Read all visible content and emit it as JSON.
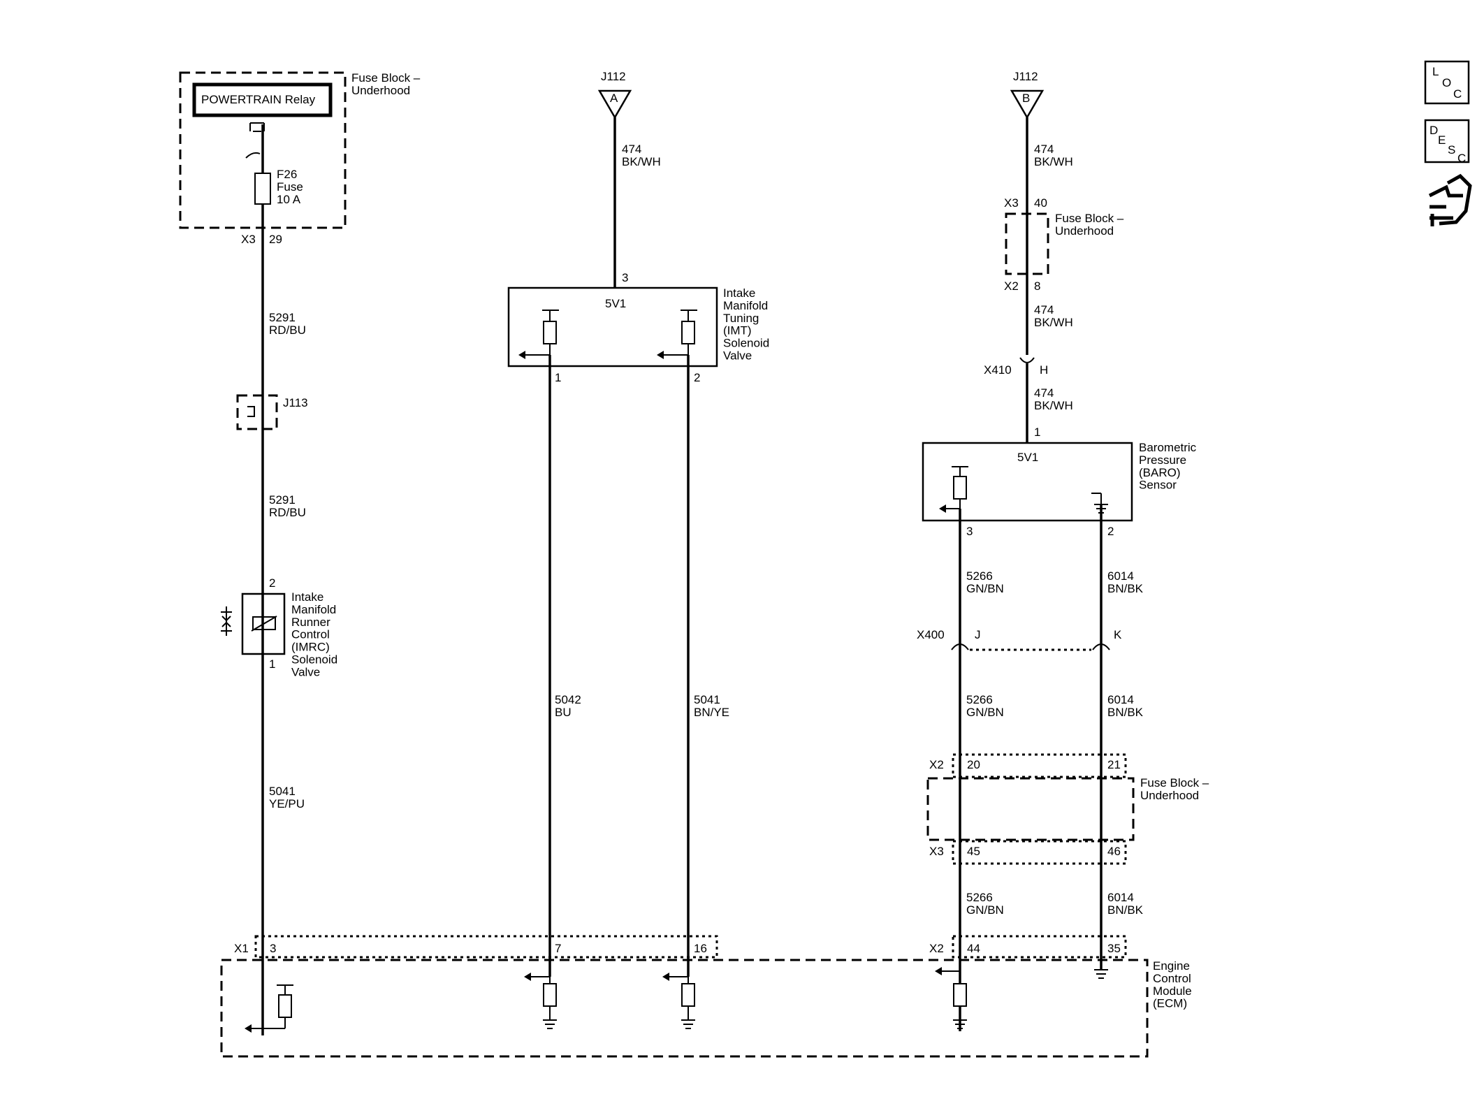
{
  "modules": {
    "fuse_block_top": "Fuse Block –\nUnderhood",
    "relay": "POWERTRAIN Relay",
    "fuse": "F26\nFuse\n10 A",
    "j113": "J113",
    "imrc": "Intake\nManifold\nRunner\nControl\n(IMRC)\nSolenoid\nValve",
    "j112": "J112",
    "imt": "Intake\nManifold\nTuning\n(IMT)\nSolenoid\nValve",
    "baro": "Barometric\nPressure\n(BARO)\nSensor",
    "fuse_block_mid": "Fuse Block –\nUnderhood",
    "fuse_block_low": "Fuse Block –\nUnderhood",
    "ecm": "Engine\nControl\nModule\n(ECM)"
  },
  "connectors": {
    "j112_a": "A",
    "j112_b": "B",
    "x3": "X3",
    "x3_29": "29",
    "x3_40": "40",
    "x2": "X2",
    "x2_8": "8",
    "x410": "X410",
    "x410_h": "H",
    "x400": "X400",
    "x400_j": "J",
    "x400_k": "K",
    "x2_20": "20",
    "x2_21": "21",
    "x3_45": "45",
    "x3_46": "46",
    "x1": "X1",
    "x1_3": "3",
    "x1_7": "7",
    "x1_16": "16",
    "x2_44": "44",
    "x2_35": "35"
  },
  "pins": {
    "imt_3": "3",
    "imt_1": "1",
    "imt_2": "2",
    "imrc_2": "2",
    "imrc_1": "1",
    "baro_1": "1",
    "baro_3": "3",
    "baro_2": "2",
    "imt_ref": "5V1",
    "baro_ref": "5V1"
  },
  "wires": {
    "w474_a": "474\nBK/WH",
    "w474_b1": "474\nBK/WH",
    "w474_b2": "474\nBK/WH",
    "w474_b3": "474\nBK/WH",
    "w5291_1": "5291\nRD/BU",
    "w5291_2": "5291\nRD/BU",
    "w5041_ye": "5041\nYE/PU",
    "w5042": "5042\nBU",
    "w5041_bn": "5041\nBN/YE",
    "w5266_1": "5266\nGN/BN",
    "w5266_2": "5266\nGN/BN",
    "w5266_3": "5266\nGN/BN",
    "w6014_1": "6014\nBN/BK",
    "w6014_2": "6014\nBN/BK",
    "w6014_3": "6014\nBN/BK"
  },
  "nav_icons": [
    {
      "name": "loc-icon",
      "text": "LOC"
    },
    {
      "name": "desc-icon",
      "text": "DESC"
    },
    {
      "name": "connector-pin-icon",
      "text": ""
    }
  ]
}
